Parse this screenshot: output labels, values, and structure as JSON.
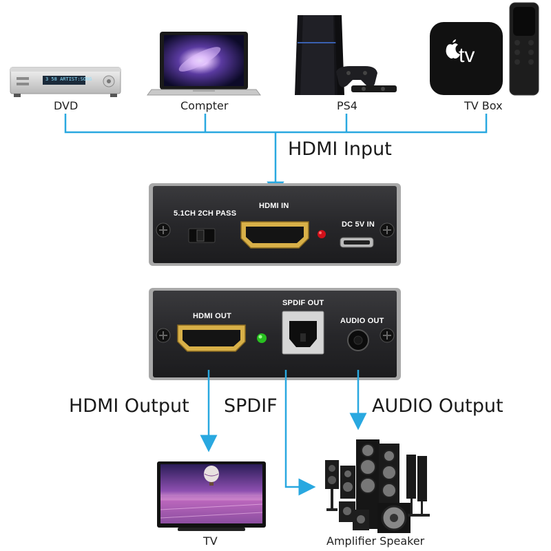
{
  "sources": {
    "dvd": "DVD",
    "computer": "Compter",
    "ps4": "PS4",
    "tvbox": "TV Box"
  },
  "tvbox_logo_text": "tv",
  "dvd_display_text": "3 58  ARTIST:SONG",
  "labels": {
    "hdmi_input": "HDMI Input",
    "hdmi_output": "HDMI Output",
    "spdif": "SPDIF",
    "audio_output": "AUDIO Output",
    "tv": "TV",
    "speaker": "Amplifier Speaker"
  },
  "panel_top": {
    "switch_label": "5.1CH  2CH PASS",
    "hdmi_in": "HDMI IN",
    "dc_in": "DC 5V IN"
  },
  "panel_bottom": {
    "hdmi_out": "HDMI OUT",
    "spdif_out": "SPDIF OUT",
    "audio_out": "AUDIO OUT"
  },
  "colors": {
    "connector_line": "#29a8e0",
    "panel": "#2b2b2d",
    "led_red": "#d0101a",
    "led_green": "#28c020",
    "hdmi_gold": "#d8b048"
  }
}
